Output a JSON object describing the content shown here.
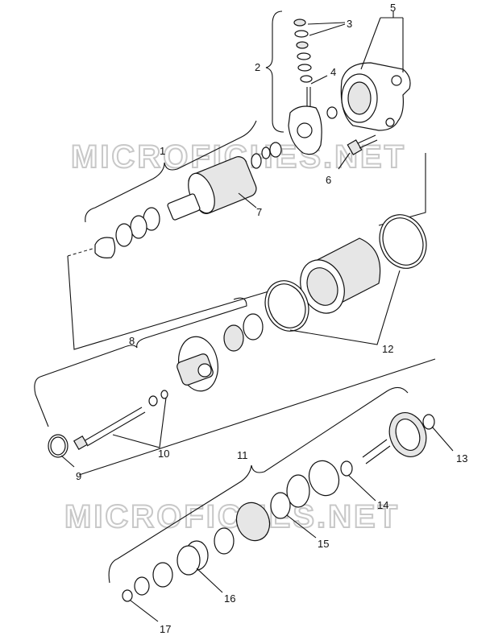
{
  "watermark": "MICROFICHES.NET",
  "callouts": [
    "1",
    "2",
    "3",
    "4",
    "5",
    "6",
    "7",
    "8",
    "9",
    "10",
    "11",
    "12",
    "13",
    "14",
    "15",
    "16",
    "17"
  ]
}
